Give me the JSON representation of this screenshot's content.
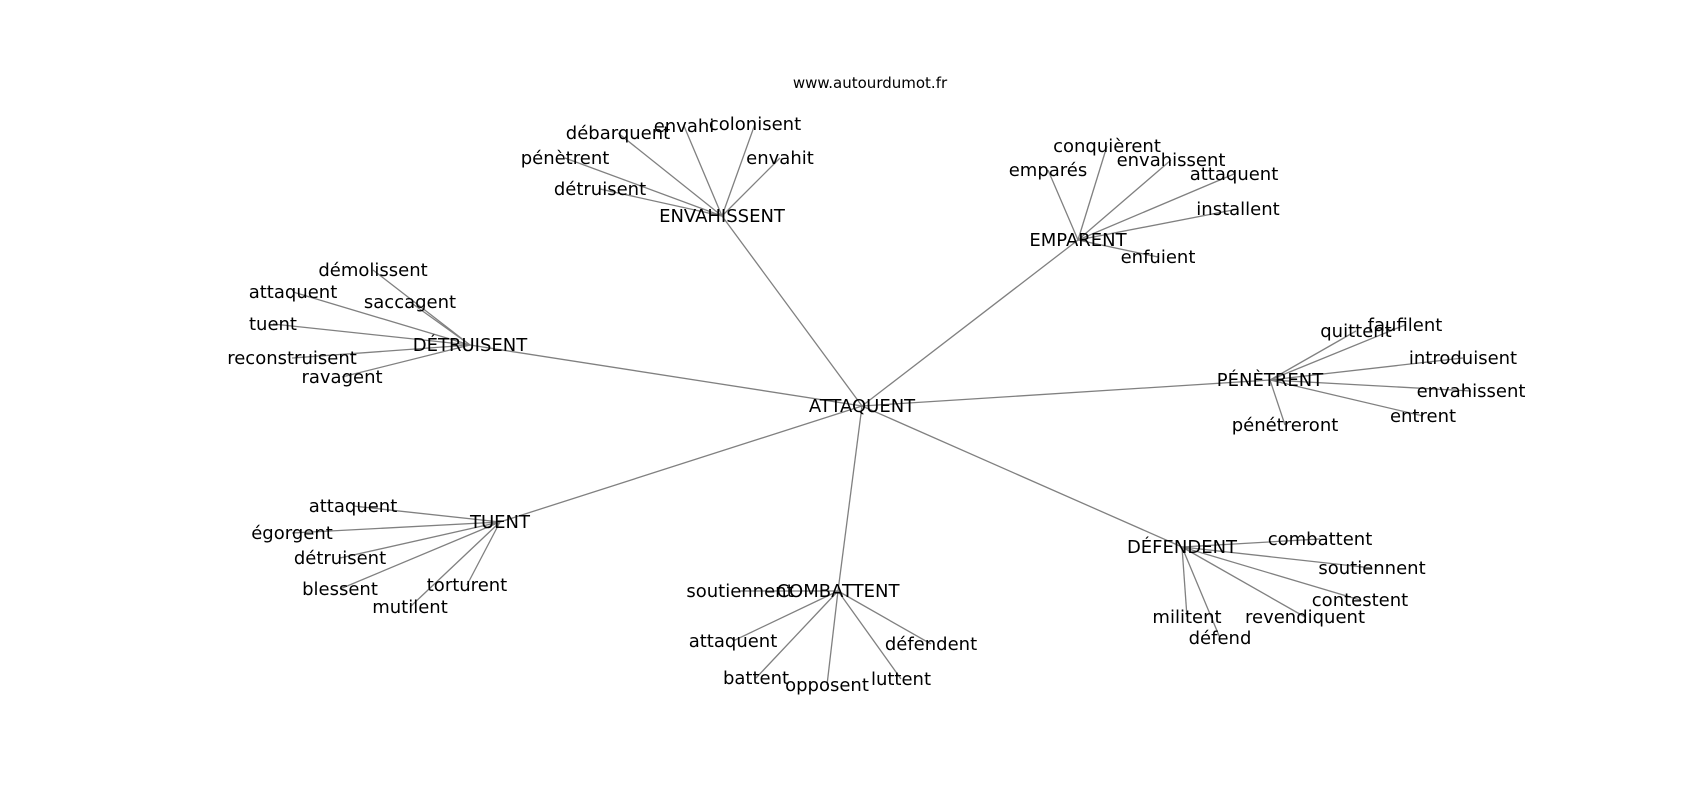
{
  "watermark": "www.autourdumot.fr",
  "colors": {
    "edge": "#808080",
    "text": "#000000",
    "background": "#ffffff"
  },
  "graph": {
    "center": "ATTAQUENT",
    "hubs": [
      {
        "label": "ENVAHISSENT",
        "leaves": [
          "débarquent",
          "envahi",
          "colonisent",
          "pénètrent",
          "envahit",
          "détruisent"
        ]
      },
      {
        "label": "EMPARENT",
        "leaves": [
          "conquièrent",
          "envahissent",
          "emparés",
          "attaquent",
          "installent",
          "enfuient"
        ]
      },
      {
        "label": "DÉTRUISENT",
        "leaves": [
          "démolissent",
          "attaquent",
          "saccagent",
          "tuent",
          "reconstruisent",
          "ravagent"
        ]
      },
      {
        "label": "PÉNÈTRENT",
        "leaves": [
          "quittent",
          "faufilent",
          "introduisent",
          "envahissent",
          "entrent",
          "pénétreront"
        ]
      },
      {
        "label": "TUENT",
        "leaves": [
          "attaquent",
          "égorgent",
          "détruisent",
          "blessent",
          "torturent",
          "mutilent"
        ]
      },
      {
        "label": "COMBATTENT",
        "leaves": [
          "soutiennent",
          "attaquent",
          "défendent",
          "battent",
          "opposent",
          "luttent"
        ]
      },
      {
        "label": "DÉFENDENT",
        "leaves": [
          "combattent",
          "soutiennent",
          "contestent",
          "militent",
          "revendiquent",
          "défend"
        ]
      }
    ]
  }
}
